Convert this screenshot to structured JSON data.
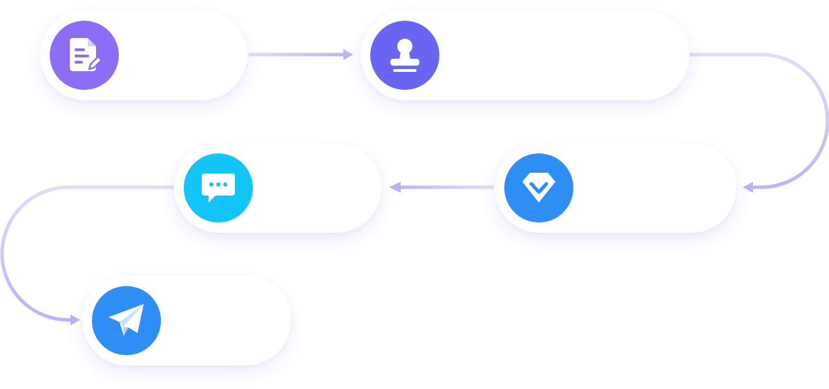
{
  "diagram": {
    "connector_color": "#b7b5f6",
    "steps": [
      {
        "id": "draft",
        "icon": "document-edit-icon",
        "label": "",
        "color": "#8d6cf6"
      },
      {
        "id": "stamp",
        "icon": "stamp-icon",
        "label": "",
        "color": "#6964f2"
      },
      {
        "id": "review",
        "icon": "diamond-check-icon",
        "label": "",
        "color": "#2d8ef5"
      },
      {
        "id": "message",
        "icon": "chat-bubble-icon",
        "label": "",
        "color": "#12c4f7"
      },
      {
        "id": "send",
        "icon": "paper-plane-icon",
        "label": "",
        "color": "#2f8ef6"
      }
    ],
    "connections": [
      {
        "from": "draft",
        "to": "stamp"
      },
      {
        "from": "stamp",
        "to": "review"
      },
      {
        "from": "review",
        "to": "message"
      },
      {
        "from": "message",
        "to": "send"
      }
    ]
  }
}
